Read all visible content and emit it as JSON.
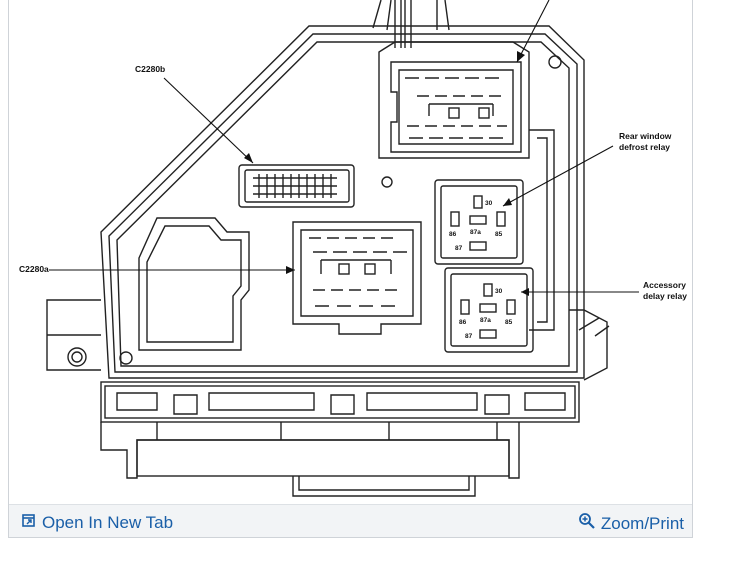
{
  "diagram": {
    "labels": {
      "c2280b": "C2280b",
      "c2280a": "C2280a",
      "rear_relay_line1": "Rear window",
      "rear_relay_line2": "defrost relay",
      "acc_relay_line1": "Accessory",
      "acc_relay_line2": "delay relay"
    },
    "relay_pins": {
      "p30": "30",
      "p86": "86",
      "p87a": "87a",
      "p85": "85",
      "p87": "87"
    }
  },
  "toolbar": {
    "open_tab_label": "Open In New Tab",
    "zoom_label": "Zoom/Print",
    "open_tab_icon": "open-in-new-tab-icon",
    "zoom_icon": "magnifier-plus-icon",
    "link_color": "#1a5fa8"
  }
}
